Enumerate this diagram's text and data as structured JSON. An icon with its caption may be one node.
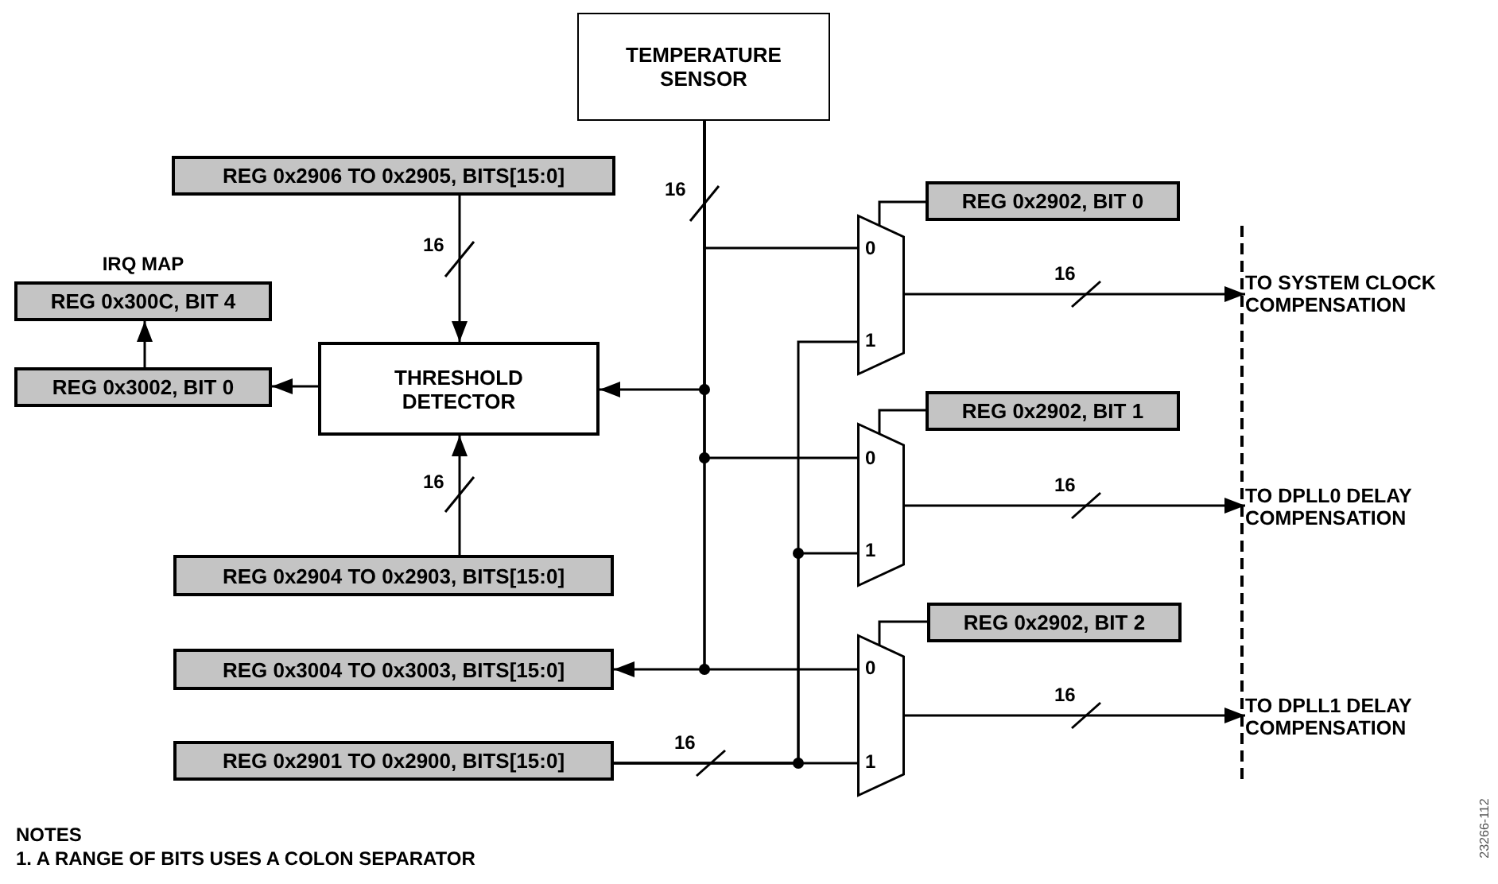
{
  "diagram": {
    "nodes": [
      {
        "text": [
          "TEMPERATURE SENSOR"
        ]
      },
      {
        "text": [
          "REG 0x2906 TO 0x2905, BITS[15:0]"
        ]
      },
      {
        "text": [
          "IRQ MAP",
          "REG 0x300C, BIT 4"
        ]
      },
      {
        "text": [
          "REG 0x3002, BIT 0"
        ]
      },
      {
        "text": [
          "THRESHOLD DETECTOR"
        ]
      },
      {
        "text": [
          "REG 0x2904 TO 0x2903, BITS[15:0]"
        ]
      },
      {
        "text": [
          "REG 0x3004 TO 0x3003, BITS[15:0]"
        ]
      },
      {
        "text": [
          "REG 0x2901 TO 0x2900, BITS[15:0]"
        ]
      },
      {
        "text": [
          "0",
          "1"
        ]
      },
      {
        "text": [
          "REG 0x2902, BIT 0"
        ]
      },
      {
        "text": [
          "0",
          "1"
        ]
      },
      {
        "text": [
          "REG 0x2902, BIT 1"
        ]
      },
      {
        "text": [
          "0",
          "1"
        ]
      },
      {
        "text": [
          "REG 0x2902, BIT 2"
        ]
      },
      {
        "text": [
          "TO SYSTEM CLOCK COMPENSATION"
        ]
      },
      {
        "text": [
          "TO DPLL0 DELAY COMPENSATION"
        ]
      },
      {
        "text": [
          "TO DPLL1 DELAY COMPENSATION"
        ]
      }
    ],
    "edges": [
      {
        "from": 0,
        "to": 4,
        "arrow": "to",
        "label": "16"
      },
      {
        "from": 0,
        "to": 8,
        "arrow": "none"
      },
      {
        "from": 0,
        "to": 10,
        "arrow": "none"
      },
      {
        "from": 0,
        "to": 6,
        "arrow": "to"
      },
      {
        "from": 0,
        "to": 12,
        "arrow": "none"
      },
      {
        "from": 1,
        "to": 4,
        "arrow": "to",
        "label": "16"
      },
      {
        "from": 5,
        "to": 4,
        "arrow": "to",
        "label": "16"
      },
      {
        "from": 4,
        "to": 3,
        "arrow": "to"
      },
      {
        "from": 3,
        "to": 2,
        "arrow": "to"
      },
      {
        "from": 7,
        "to": 12,
        "arrow": "none",
        "label": "16"
      },
      {
        "from": 7,
        "to": 10,
        "arrow": "none"
      },
      {
        "from": 7,
        "to": 8,
        "arrow": "none"
      },
      {
        "from": 9,
        "to": 8,
        "arrow": "none"
      },
      {
        "from": 11,
        "to": 10,
        "arrow": "none"
      },
      {
        "from": 13,
        "to": 12,
        "arrow": "none"
      },
      {
        "from": 8,
        "to": 14,
        "arrow": "to",
        "label": "16"
      },
      {
        "from": 10,
        "to": 15,
        "arrow": "to",
        "label": "16"
      },
      {
        "from": 12,
        "to": 16,
        "arrow": "to",
        "label": "16"
      }
    ],
    "labels": [
      "NOTES",
      "1. A RANGE OF BITS USES A COLON SEPARATOR",
      "23266-112"
    ]
  }
}
